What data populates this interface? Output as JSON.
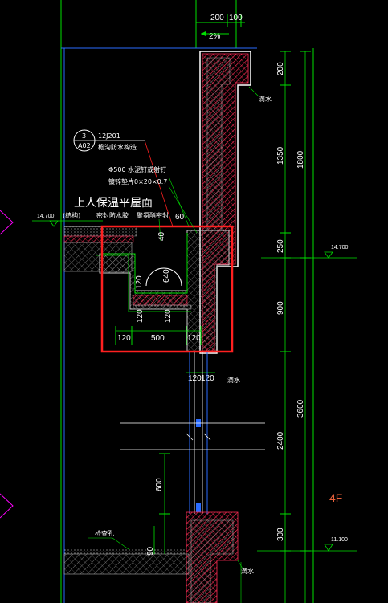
{
  "drawing": {
    "title": "上人保温平屋面",
    "floor_label": "4F",
    "colors": {
      "background": "#000000",
      "wall_outline": "#ffffff",
      "insulation": "#ff2d55",
      "structure": "#8a8a8a",
      "green_lines": "#00e000",
      "blue_lines": "#2a6cff",
      "highlight": "#ff2020",
      "magenta": "#ff00ff",
      "floor_text": "#e8603a"
    },
    "top_dims": {
      "a": "200",
      "b": "100",
      "slope": "2%"
    },
    "callout": {
      "number": "3",
      "sub": "A02",
      "ref": "12J201",
      "desc": "檐沟防水构造"
    },
    "notes": {
      "nail": "Φ500 水泥钉或射钉",
      "batten": "镀锌垫片0×20×0.7",
      "sealant_left": "密封防水胶",
      "sealant_right": "聚氨酯密封",
      "rsp": "(结构)",
      "drip_1": "滴水",
      "drip_2": "滴水",
      "drip_3": "滴水",
      "bottom_note": "检查孔"
    },
    "levels": {
      "left": "14.700",
      "right": "14.700",
      "bottom_right": "11.100"
    },
    "detail_dims": {
      "d60": "60",
      "d640": "640",
      "d40": "40",
      "d120a": "120",
      "d120b": "120",
      "d500": "500",
      "d120c": "120",
      "d120d": "120",
      "d120e": "120",
      "d120f": "120"
    },
    "right_dims": {
      "col1": [
        "200",
        "1350",
        "250",
        "900",
        "2400",
        "300"
      ],
      "col2": [
        "1800",
        "3600"
      ]
    },
    "left_dims": {
      "d600": "600",
      "d90": "90"
    }
  }
}
